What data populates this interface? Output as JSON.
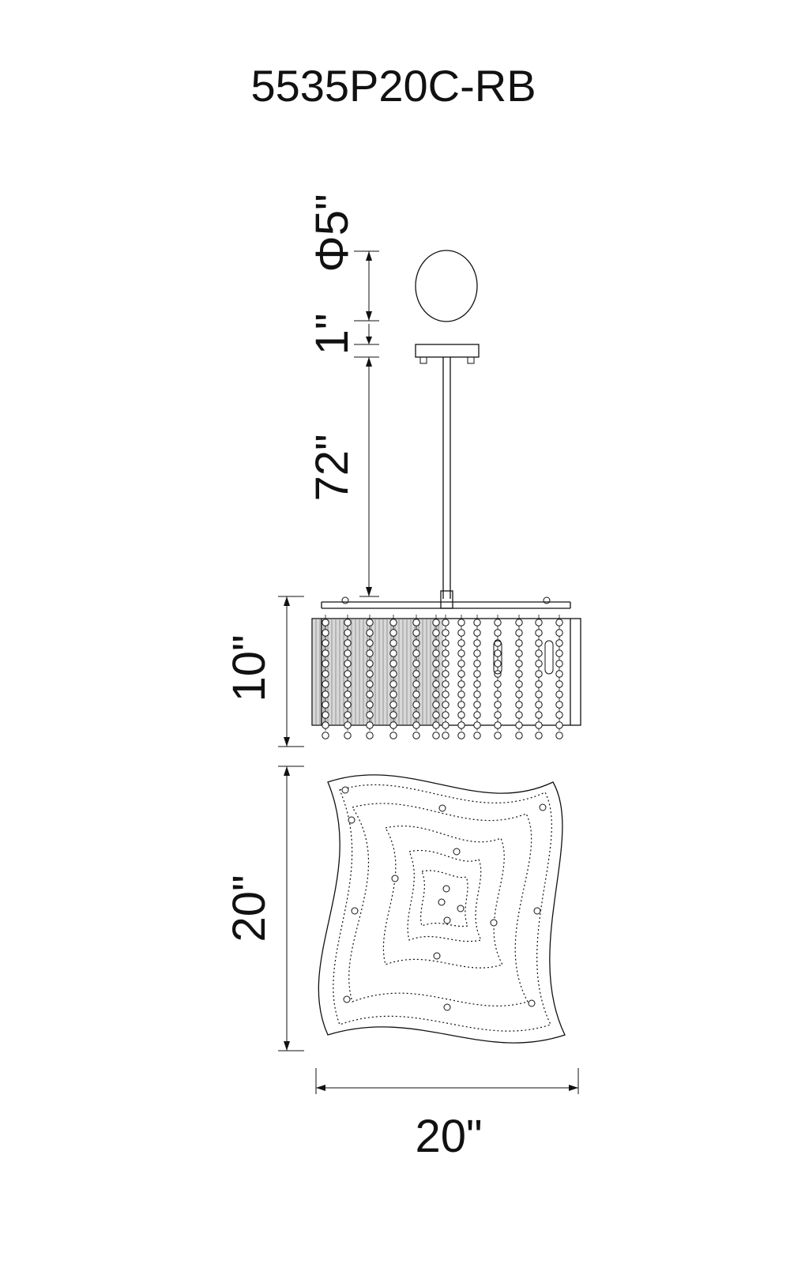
{
  "title": "5535P20C-RB",
  "dimensions": {
    "canopy_diameter": "Φ5\"",
    "canopy_height": "1\"",
    "rod_length": "72\"",
    "fixture_height": "10\"",
    "depth": "20\"",
    "width": "20\""
  },
  "colors": {
    "line": "#111111",
    "background": "#ffffff"
  }
}
